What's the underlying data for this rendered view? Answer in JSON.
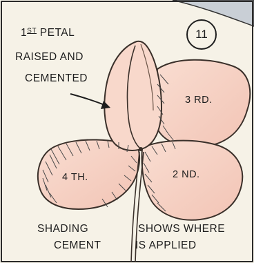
{
  "step_number": "11",
  "notes": {
    "first_petal_ordinal": "1",
    "first_petal_suffix": "ST",
    "first_petal_line1": "PETAL",
    "first_petal_line2": "RAISED AND",
    "first_petal_line3": "CEMENTED"
  },
  "petals": {
    "second": "2 ND.",
    "third": "3 RD.",
    "fourth": "4 TH."
  },
  "captions": {
    "left_line1": "SHADING",
    "left_line2": "CEMENT",
    "right_line1": "SHOWS WHERE",
    "right_line2": "IS APPLIED"
  },
  "colors": {
    "petal_fill": "#f6d0c2",
    "petal_outline": "#3a302a",
    "ink": "#1d1d1d",
    "paper": "#f6f2e7"
  }
}
